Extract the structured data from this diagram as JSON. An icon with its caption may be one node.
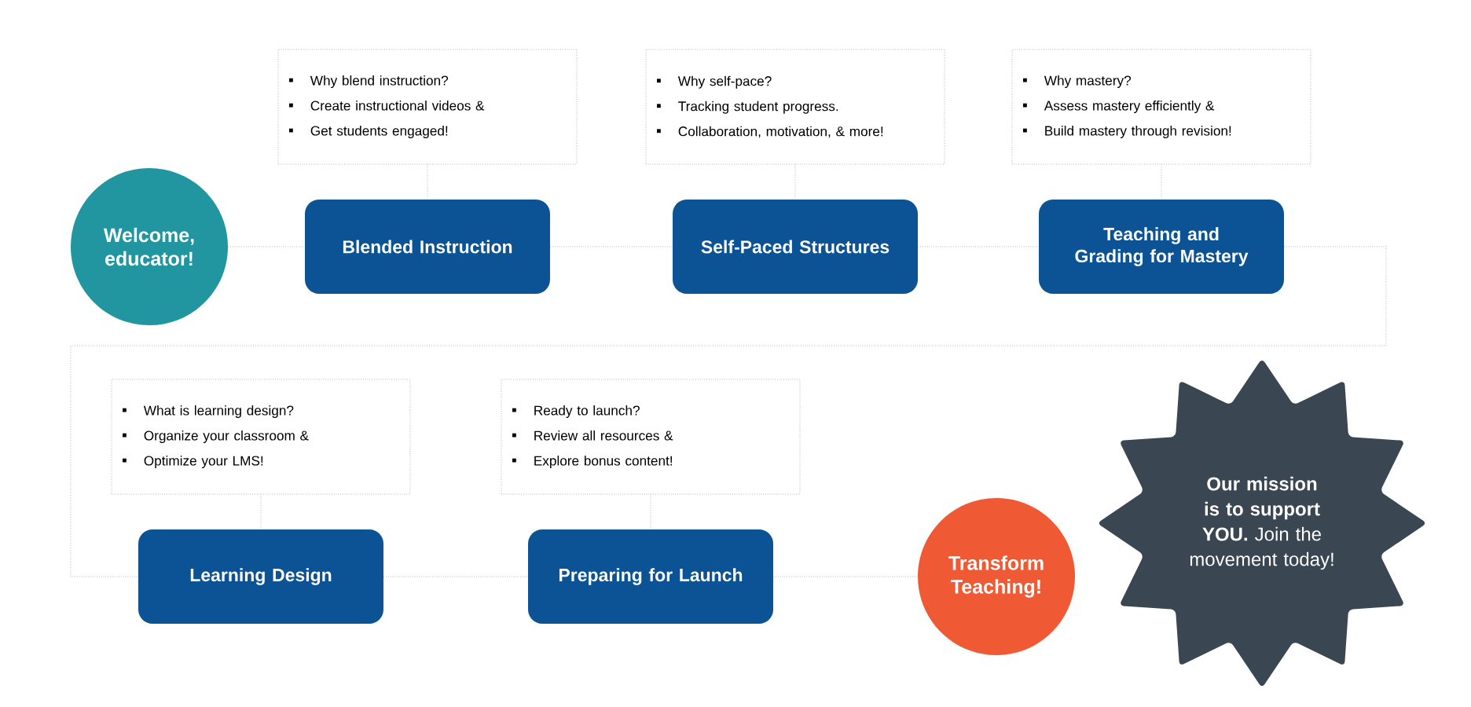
{
  "diagram": {
    "nodes": [
      {
        "text": [
          "Welcome, educator!"
        ]
      },
      {
        "text": [
          "Why blend instruction?",
          "Create instructional videos &",
          "Get students engaged!"
        ]
      },
      {
        "text": [
          "Blended Instruction"
        ]
      },
      {
        "text": [
          "Why self-pace?",
          "Tracking student progress.",
          "Collaboration, motivation, & more!"
        ]
      },
      {
        "text": [
          "Self-Paced Structures"
        ]
      },
      {
        "text": [
          "Why mastery?",
          "Assess mastery efficiently &",
          "Build mastery through revision!"
        ]
      },
      {
        "text": [
          "Teaching and Grading for Mastery"
        ]
      },
      {
        "text": [
          "What is learning design?",
          "Organize your classroom &",
          "Optimize your LMS!"
        ]
      },
      {
        "text": [
          "Learning Design"
        ]
      },
      {
        "text": [
          "Ready to launch?",
          "Review all resources &",
          "Explore bonus content!"
        ]
      },
      {
        "text": [
          "Preparing for Launch"
        ]
      },
      {
        "text": [
          "Transform Teaching!"
        ]
      },
      {
        "text": [
          "**Our mission is to support YOU.** Join the movement today!"
        ]
      }
    ],
    "edges": [
      {
        "from": 0,
        "to": 2,
        "arrow": "none"
      },
      {
        "from": 2,
        "to": 4,
        "arrow": "none"
      },
      {
        "from": 4,
        "to": 6,
        "arrow": "none"
      },
      {
        "from": 6,
        "to": 8,
        "arrow": "none"
      },
      {
        "from": 8,
        "to": 10,
        "arrow": "none"
      },
      {
        "from": 10,
        "to": 11,
        "arrow": "none"
      },
      {
        "from": 1,
        "to": 2,
        "arrow": "none"
      },
      {
        "from": 3,
        "to": 4,
        "arrow": "none"
      },
      {
        "from": 5,
        "to": 6,
        "arrow": "none"
      },
      {
        "from": 7,
        "to": 8,
        "arrow": "none"
      },
      {
        "from": 9,
        "to": 10,
        "arrow": "none"
      }
    ]
  }
}
